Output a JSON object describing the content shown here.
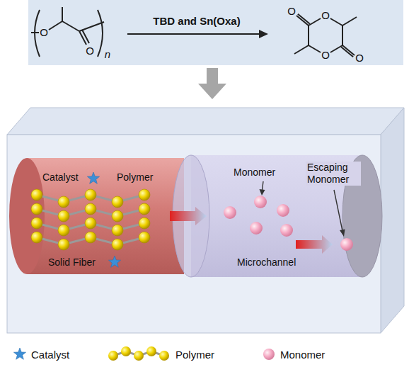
{
  "diagram": {
    "nodes": [
      {
        "text": [
          "Catalyst",
          "Polymer",
          "Solid Fiber"
        ]
      },
      {
        "text": [
          "Monomer",
          "Escaping Monomer",
          "Microchannel"
        ]
      }
    ],
    "edges": [
      {
        "from": 0,
        "to": 1,
        "arrow": "to"
      }
    ],
    "labels": [
      "O",
      "O",
      "n",
      "TBD and Sn(Oxa)",
      "O",
      "O",
      "O",
      "O"
    ],
    "legend": [
      {
        "text": "Catalyst"
      },
      {
        "text": "Polymer"
      },
      {
        "text": "Monomer"
      }
    ]
  }
}
